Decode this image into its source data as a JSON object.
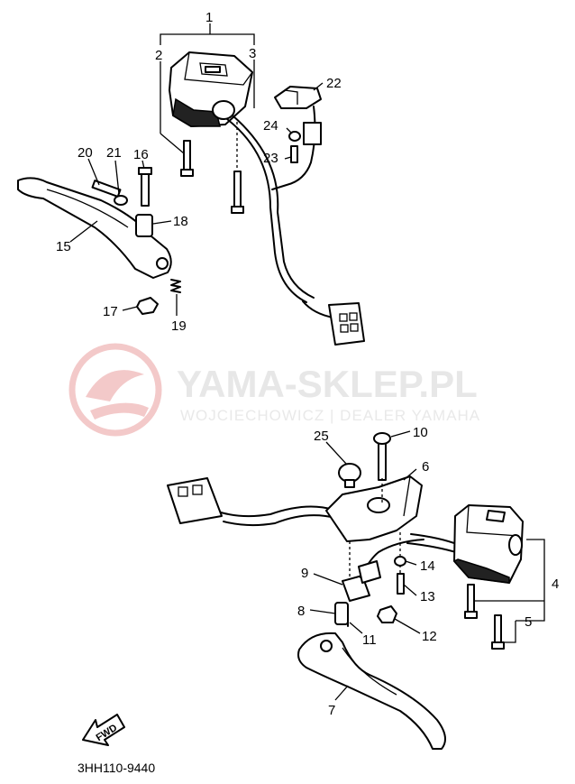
{
  "watermark": {
    "brand": "YAMA-SKLEP.PL",
    "dealer": "WOJCIECHOWICZ | DEALER YAMAHA"
  },
  "diagram_code": "3HH110-9440",
  "direction_label": "FWD",
  "callouts": [
    "1",
    "2",
    "3",
    "4",
    "5",
    "6",
    "7",
    "8",
    "9",
    "10",
    "11",
    "12",
    "13",
    "14",
    "15",
    "16",
    "17",
    "18",
    "19",
    "20",
    "21",
    "22",
    "23",
    "24",
    "25"
  ],
  "colors": {
    "ink": "#000000",
    "watermark_red": "#f3c9c9",
    "watermark_gray": "#e7e7e7"
  }
}
